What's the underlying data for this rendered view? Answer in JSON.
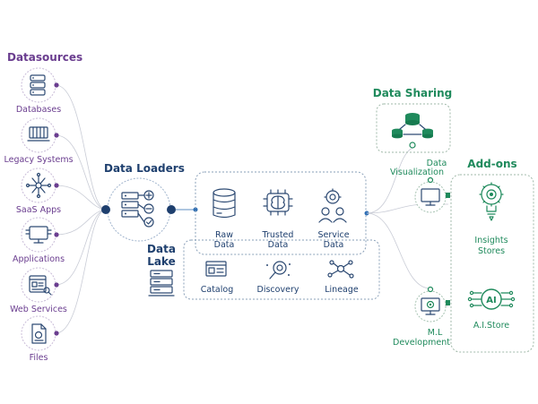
{
  "datasources": {
    "title": "Datasources",
    "items": [
      {
        "label": "Databases",
        "icon": "database-icon"
      },
      {
        "label": "Legacy Systems",
        "icon": "server-rack-icon"
      },
      {
        "label": "SaaS Apps",
        "icon": "network-hub-icon"
      },
      {
        "label": "Applications",
        "icon": "monitor-chip-icon"
      },
      {
        "label": "Web Services",
        "icon": "web-window-icon"
      },
      {
        "label": "Files",
        "icon": "file-icon"
      }
    ]
  },
  "loaders": {
    "title": "Data Loaders",
    "icon": "loader-controls-icon"
  },
  "lake": {
    "title_line1": "Data",
    "title_line2": "Lake",
    "stages": [
      {
        "line1": "Raw",
        "line2": "Data",
        "icon": "database-icon"
      },
      {
        "line1": "Trusted",
        "line2": "Data",
        "icon": "brain-chip-icon"
      },
      {
        "line1": "Service",
        "line2": "Data",
        "icon": "people-target-icon"
      }
    ],
    "tools": [
      {
        "label": "Catalog",
        "icon": "catalog-window-icon"
      },
      {
        "label": "Discovery",
        "icon": "magnifier-icon"
      },
      {
        "label": "Lineage",
        "icon": "lineage-network-icon"
      }
    ]
  },
  "sharing": {
    "title": "Data Sharing",
    "icon": "shared-databases-icon"
  },
  "visualization": {
    "line1": "Data",
    "line2": "Visualization",
    "icon": "monitor-icon"
  },
  "ml": {
    "line1": "M.L",
    "line2": "Development",
    "icon": "monitor-gear-icon"
  },
  "addons": {
    "title": "Add-ons",
    "items": [
      {
        "line1": "Insights",
        "line2": "Stores",
        "icon": "gear-bulb-icon"
      },
      {
        "label": "A.I.Store",
        "badge": "AI",
        "icon": "ai-chip-icon"
      }
    ]
  },
  "colors": {
    "purple": "#6a3d8f",
    "navy": "#1e3f6e",
    "green": "#1f8a5c",
    "accent_blue": "#2f6fb5"
  }
}
